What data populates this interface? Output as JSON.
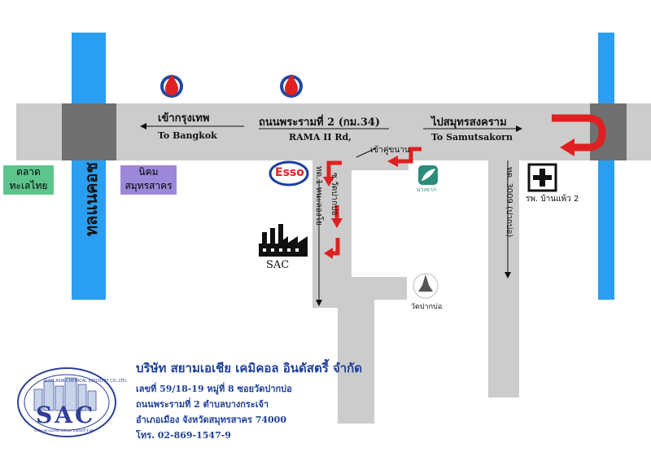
{
  "roads": {
    "main_th": "ถนนพระรามที่ 2 (กม.34)",
    "main_en": "RAMA II Rd,",
    "to_bkk_th": "เข้ากรุงเทพ",
    "to_bkk_en": "To Bangkok",
    "to_sms_th": "ไปสมุทรสงคราม",
    "to_sms_en": "To Samutsakorn",
    "enter_lane": "เข้าคู่ขนาน",
    "soi_wat": "ซ.วัดปากบ่อ",
    "rama1": "ทด.1 หนะลองโย",
    "road_3009": "ทด. 3009 (ปากบ่อ)",
    "left_vertical": "ทลแนคอช"
  },
  "places": {
    "market_line1": "ตลาด",
    "market_line2": "ทะเลไทย",
    "estate_line1": "นิคม",
    "estate_line2": "สมุทรสาคร",
    "esso": "Esso",
    "bangchak": "บางจาก",
    "hospital": "รพ. บ้านแพ้ว 2",
    "sac": "SAC",
    "temple": "วัดปากบ่อ"
  },
  "company": {
    "name": "บริษัท สยามเอเชีย เคมิคอล อินดัสตรี้ จำกัด",
    "address1": "เลขที่ 59/18-19  หมู่ที่ 8  ซอยวัดปากบ่อ",
    "address2": "ถนนพระรามที่ 2  ตำบลบางกระเจ้า",
    "address3": "อำเภอเมือง จังหวัดสมุทรสาคร  74000",
    "phone": "โทร. 02-869-1547-9"
  },
  "logo": {
    "letters": "SAC",
    "ring_text": "SIAM ASIA CHEMICAL INDUSTRY CO.,LTD.",
    "sub_text": "บริษัท สยามเอเชีย เคมิคอล อินดัสตรี้ จำกัด"
  },
  "colors": {
    "road": "#cccccc",
    "junction": "#707070",
    "river": "#2a9ef0",
    "arrow": "#e02020",
    "ptt_blue": "#2048a0",
    "market_green": "#5dc48c",
    "estate_purple": "#9c88d8",
    "logo_blue": "#2e3f95"
  }
}
